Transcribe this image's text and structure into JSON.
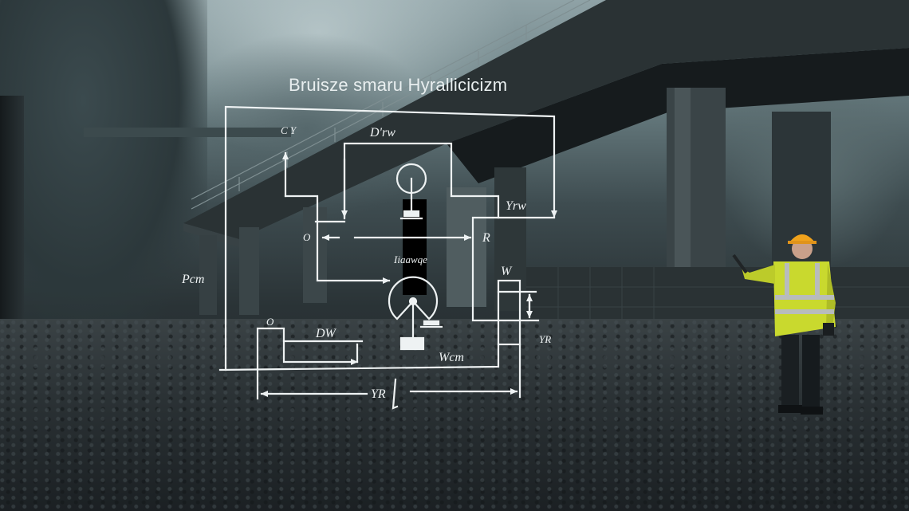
{
  "title": "Bruisze smaru Hyrallicic zim",
  "diagram": {
    "heading": "Bruisze smaru Hyrallicicizm",
    "labels": {
      "c_y": "C\nY",
      "d_rw": "D'rw",
      "y_rw": "Yrw",
      "o_mid": "O",
      "r": "R",
      "center": "Iiaawqe",
      "p_cm": "Pcm",
      "w": "W",
      "o_low": "O",
      "d_w": "DW",
      "y_r_right": "YR",
      "w_cm": "Wcm",
      "y_r_bottom": "YR",
      "l_mark": "l"
    },
    "symbols": [
      "pressure-gauge-icon",
      "manometer-dial-icon",
      "cylinder-actuator-icon"
    ],
    "line_color": "#eef2f3"
  },
  "scene": {
    "description": "Foggy concrete bridge underside with gravel ground",
    "worker": {
      "helmet_color": "#f0a21c",
      "vest_color": "#c9d92e",
      "reflective_color": "#b8bcbc"
    }
  }
}
